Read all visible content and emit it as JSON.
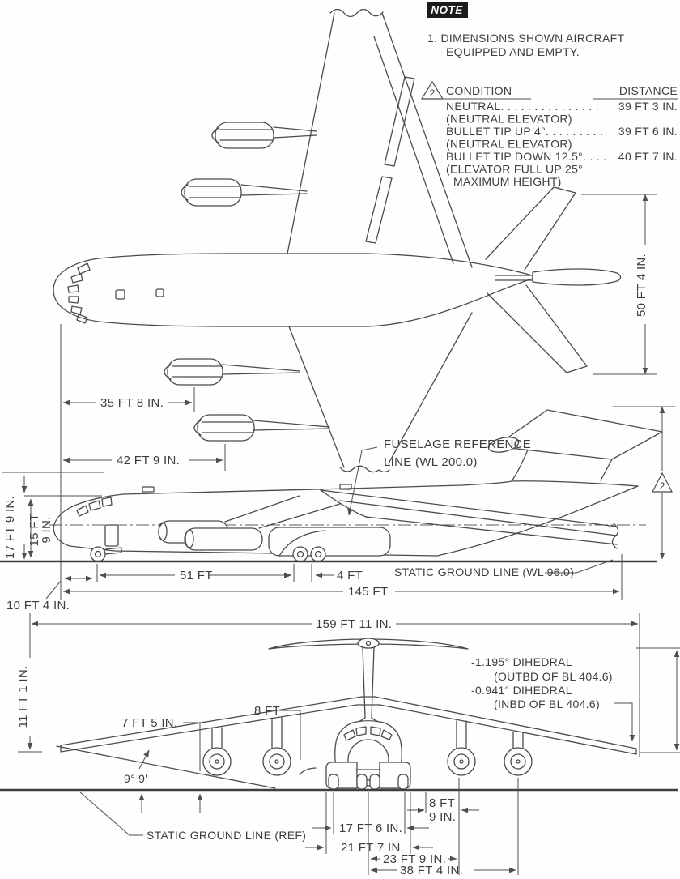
{
  "note": {
    "badge": "NOTE",
    "line1": "1. DIMENSIONS SHOWN AIRCRAFT",
    "line2": "EQUIPPED AND EMPTY."
  },
  "condition_table": {
    "marker": "2",
    "header_condition": "CONDITION",
    "header_distance": "DISTANCE",
    "rows": [
      {
        "condition": "NEUTRAL. . . . . . . . . . . . . . .",
        "distance": "39 FT 3 IN."
      },
      {
        "condition": "(NEUTRAL ELEVATOR)",
        "distance": ""
      },
      {
        "condition": "BULLET TIP UP 4°. . . . . . . . .",
        "distance": "39 FT 6 IN."
      },
      {
        "condition": "(NEUTRAL ELEVATOR)",
        "distance": ""
      },
      {
        "condition": "BULLET TIP DOWN 12.5°. . . .",
        "distance": "40 FT 7 IN."
      },
      {
        "condition": "(ELEVATOR FULL UP 25°",
        "distance": ""
      },
      {
        "condition": "MAXIMUM HEIGHT)",
        "distance": ""
      }
    ]
  },
  "top_view": {
    "stab_span": "50 FT 4 IN.",
    "dim_35": "35 FT 8 IN.",
    "dim_42": "42 FT 9 IN."
  },
  "side_view": {
    "ref_line_1": "FUSELAGE REFERENCE",
    "ref_line_2": "LINE (WL 200.0)",
    "marker": "2",
    "dim_17": "17 FT 9 IN.",
    "dim_15a": "15 FT",
    "dim_15b": "9 IN.",
    "dim_10": "10 FT 4 IN.",
    "dim_51": "51 FT",
    "dim_4": "4 FT",
    "ground_line": "STATIC GROUND LINE (WL 96.0)",
    "dim_145": "145 FT"
  },
  "front_view": {
    "dim_span": "159 FT 11 IN.",
    "dim_11": "11 FT 1 IN.",
    "dihedral_1": "-1.195° DIHEDRAL",
    "dihedral_1_sub": "(OUTBD OF BL 404.6)",
    "dihedral_2": "-0.941° DIHEDRAL",
    "dihedral_2_sub": "(INBD OF BL 404.6)",
    "dim_7": "7 FT 5 IN.",
    "dim_8": "8 FT",
    "angle": "9° 9'",
    "ground_line": "STATIC GROUND LINE (REF)",
    "dim_8a": "8 FT",
    "dim_8b": "9 IN.",
    "dim_17_6": "17 FT 6 IN.",
    "dim_21": "21 FT 7 IN.",
    "dim_23": "23 FT 9 IN.",
    "dim_38": "38 FT 4 IN."
  }
}
